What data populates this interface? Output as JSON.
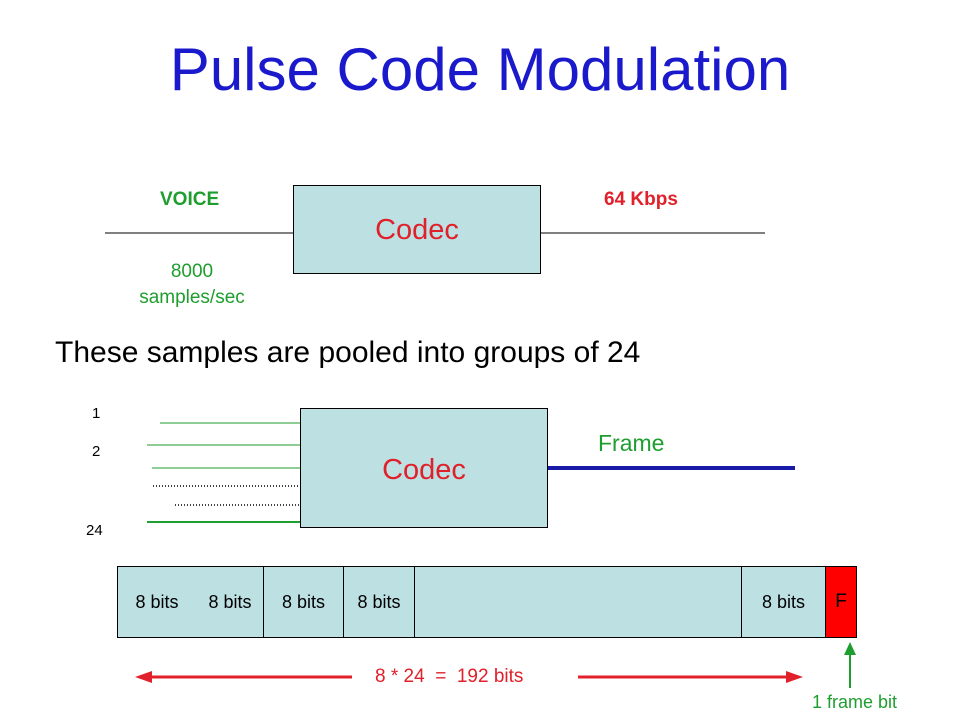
{
  "slide": {
    "title": "Pulse Code Modulation",
    "subtitle": "These samples are pooled into groups of 24"
  },
  "top_diagram": {
    "input_label": "VOICE",
    "output_label": "64 Kbps",
    "box_label": "Codec",
    "rate_line1": "8000",
    "rate_line2": "samples/sec"
  },
  "mux_diagram": {
    "box_label": "Codec",
    "channel_labels": [
      "1",
      "2",
      "24"
    ],
    "output_label": "Frame"
  },
  "frame": {
    "slots": [
      "8 bits",
      "8 bits",
      "8 bits",
      "8 bits",
      "",
      "8 bits"
    ],
    "framing_bit": "F",
    "total_label": "8 * 24  =  192 bits",
    "framing_bit_label": "1 frame bit"
  },
  "colors": {
    "title": "#1a1acc",
    "box_fill": "#bde0e3",
    "red": "#e0202a",
    "green": "#1e9e2e",
    "frame_line": "#1a1aa8",
    "framing_bit_fill": "#ff0000"
  }
}
